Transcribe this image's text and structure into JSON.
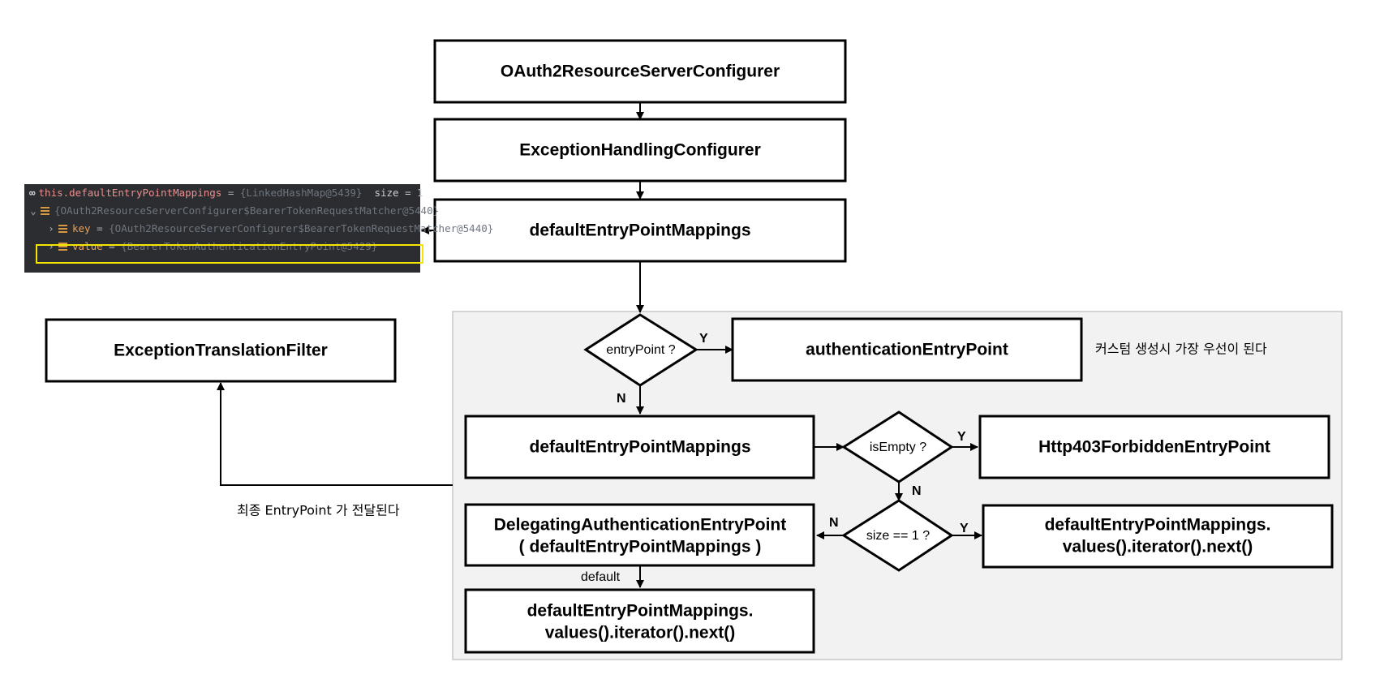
{
  "colors": {
    "line": "#000000",
    "region_fill": "#f2f2f2",
    "region_border": "#c8c8c8",
    "debug_bg": "#2b2d30",
    "highlight": "#f4e600"
  },
  "nodes": {
    "oauth2_configurer": "OAuth2ResourceServerConfigurer",
    "exception_handling_configurer": "ExceptionHandlingConfigurer",
    "default_entry_point_mappings_top": "defaultEntryPointMappings",
    "exception_translation_filter": "ExceptionTranslationFilter",
    "entry_point_check": "entryPoint ?",
    "authentication_entry_point": "authenticationEntryPoint",
    "default_entry_point_mappings_mid": "defaultEntryPointMappings",
    "is_empty_check": "isEmpty ?",
    "http403": "Http403ForbiddenEntryPoint",
    "size_check": "size == 1 ?",
    "delegating_line1": "DelegatingAuthenticationEntryPoint",
    "delegating_line2": "( defaultEntryPointMappings )",
    "values_next_right_line1": "defaultEntryPointMappings.",
    "values_next_right_line2": "values().iterator().next()",
    "values_next_bottom_line1": "defaultEntryPointMappings.",
    "values_next_bottom_line2": "values().iterator().next()"
  },
  "edge_labels": {
    "y1": "Y",
    "n1": "N",
    "y2": "Y",
    "n2": "N",
    "y3": "Y",
    "n3": "N",
    "default": "default"
  },
  "notes": {
    "custom_priority": "커스텀 생성시 가장 우선이 된다",
    "final_entry_point": "최종 EntryPoint 가 전달된다"
  },
  "debugger": {
    "row1_name": "this.defaultEntryPointMappings",
    "row1_eq": " = ",
    "row1_val": "{LinkedHashMap@5439}",
    "row1_size": "size = 1",
    "row2_val": "{OAuth2ResourceServerConfigurer$BearerTokenRequestMatcher@5440}",
    "row3_name": "key",
    "row3_eq": " = ",
    "row3_val": "{OAuth2ResourceServerConfigurer$BearerTokenRequestMatcher@5440}",
    "row4_name": "value",
    "row4_eq": " = ",
    "row4_val": "{BearerTokenAuthenticationEntryPoint@5429}"
  }
}
